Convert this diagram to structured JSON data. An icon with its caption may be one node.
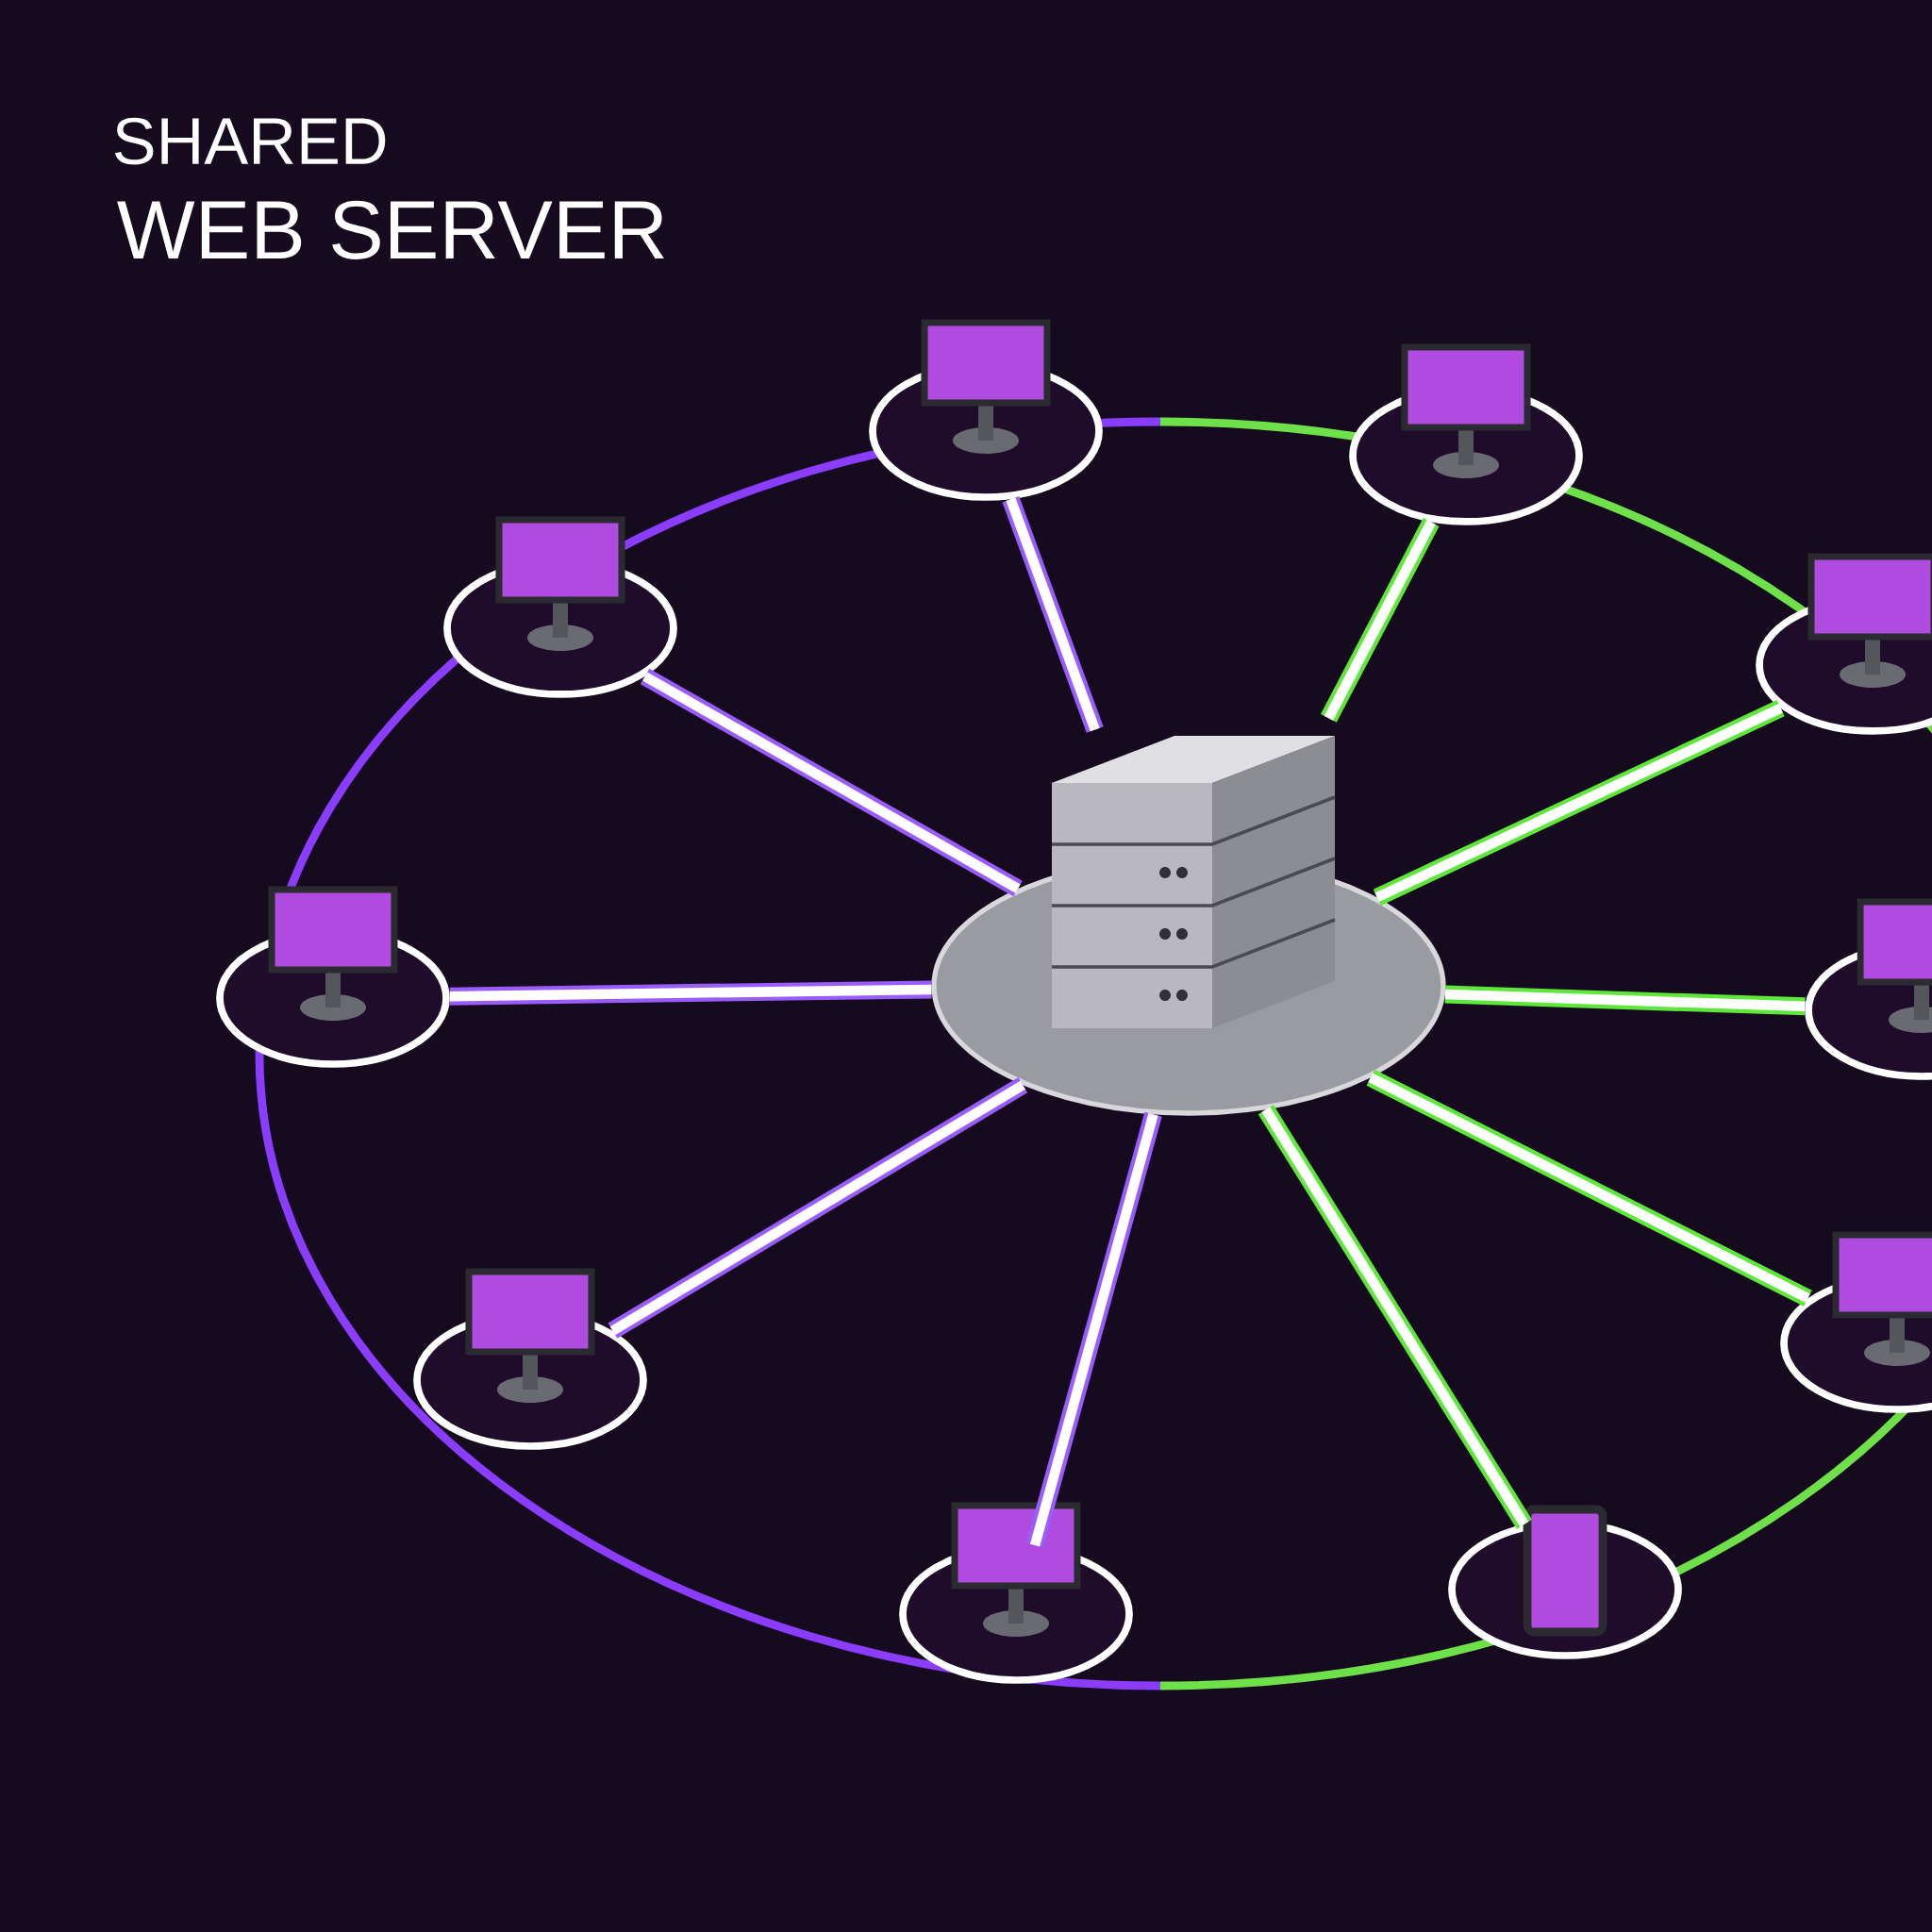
{
  "diagram": {
    "title": "SHARED",
    "nodes": [
      {
        "text": [],
        "shape": "server"
      },
      {
        "text": [],
        "shape": "monitor"
      },
      {
        "text": [],
        "shape": "monitor"
      },
      {
        "text": [],
        "shape": "monitor"
      },
      {
        "text": [],
        "shape": "monitor"
      },
      {
        "text": [],
        "shape": "monitor"
      },
      {
        "text": [],
        "shape": "monitor"
      },
      {
        "text": [],
        "shape": "monitor"
      },
      {
        "text": [],
        "shape": "monitor"
      },
      {
        "text": [],
        "shape": "phone"
      },
      {
        "text": [],
        "shape": "monitor"
      }
    ],
    "edges": [
      {
        "from": 0,
        "to": 1,
        "arrow": "none"
      },
      {
        "from": 0,
        "to": 2,
        "arrow": "none",
        "color": "#5ee83a"
      },
      {
        "from": 0,
        "to": 3,
        "arrow": "none"
      },
      {
        "from": 0,
        "to": 4,
        "arrow": "none",
        "color": "#5ee83a"
      },
      {
        "from": 0,
        "to": 5,
        "arrow": "none"
      },
      {
        "from": 0,
        "to": 6,
        "arrow": "none",
        "color": "#5ee83a"
      },
      {
        "from": 0,
        "to": 7,
        "arrow": "none",
        "color": "#5ee83a"
      },
      {
        "from": 0,
        "to": 8,
        "arrow": "none"
      },
      {
        "from": 0,
        "to": 9,
        "arrow": "none",
        "color": "#5ee83a"
      },
      {
        "from": 0,
        "to": 10,
        "arrow": "none"
      }
    ],
    "labels": [
      "WEB SERVER"
    ]
  }
}
